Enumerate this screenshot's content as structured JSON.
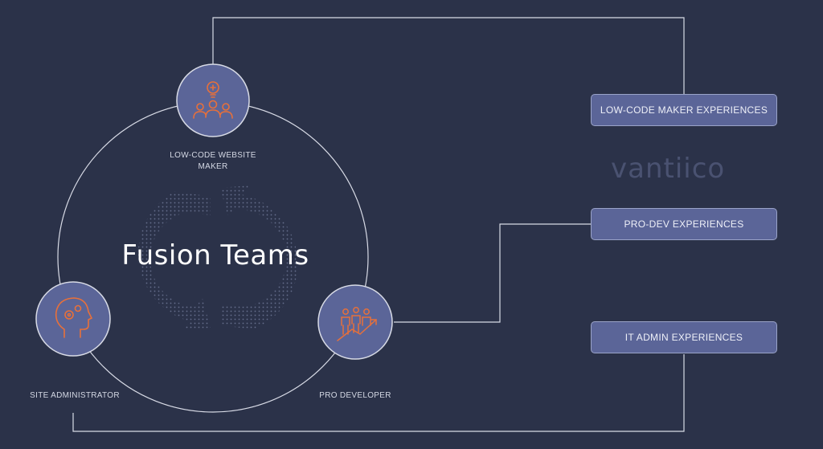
{
  "diagram": {
    "center_title": "Fusion Teams",
    "brand": "vantiico",
    "roles": {
      "maker": "LOW-CODE WEBSITE MAKER",
      "admin": "SITE ADMINISTRATOR",
      "pro": "PRO DEVELOPER"
    },
    "experiences": {
      "low_code": "LOW-CODE MAKER EXPERIENCES",
      "pro_dev": "PRO-DEV EXPERIENCES",
      "it_admin": "IT ADMIN EXPERIENCES"
    },
    "colors": {
      "background": "#2b3249",
      "node_fill": "#5b6598",
      "icon": "#e8703a",
      "line": "#d8dbe6"
    },
    "icons": {
      "maker": "lightbulb-team-icon",
      "admin": "head-gears-icon",
      "pro": "team-growth-icon",
      "center": "cycle-arrows-icon"
    }
  }
}
